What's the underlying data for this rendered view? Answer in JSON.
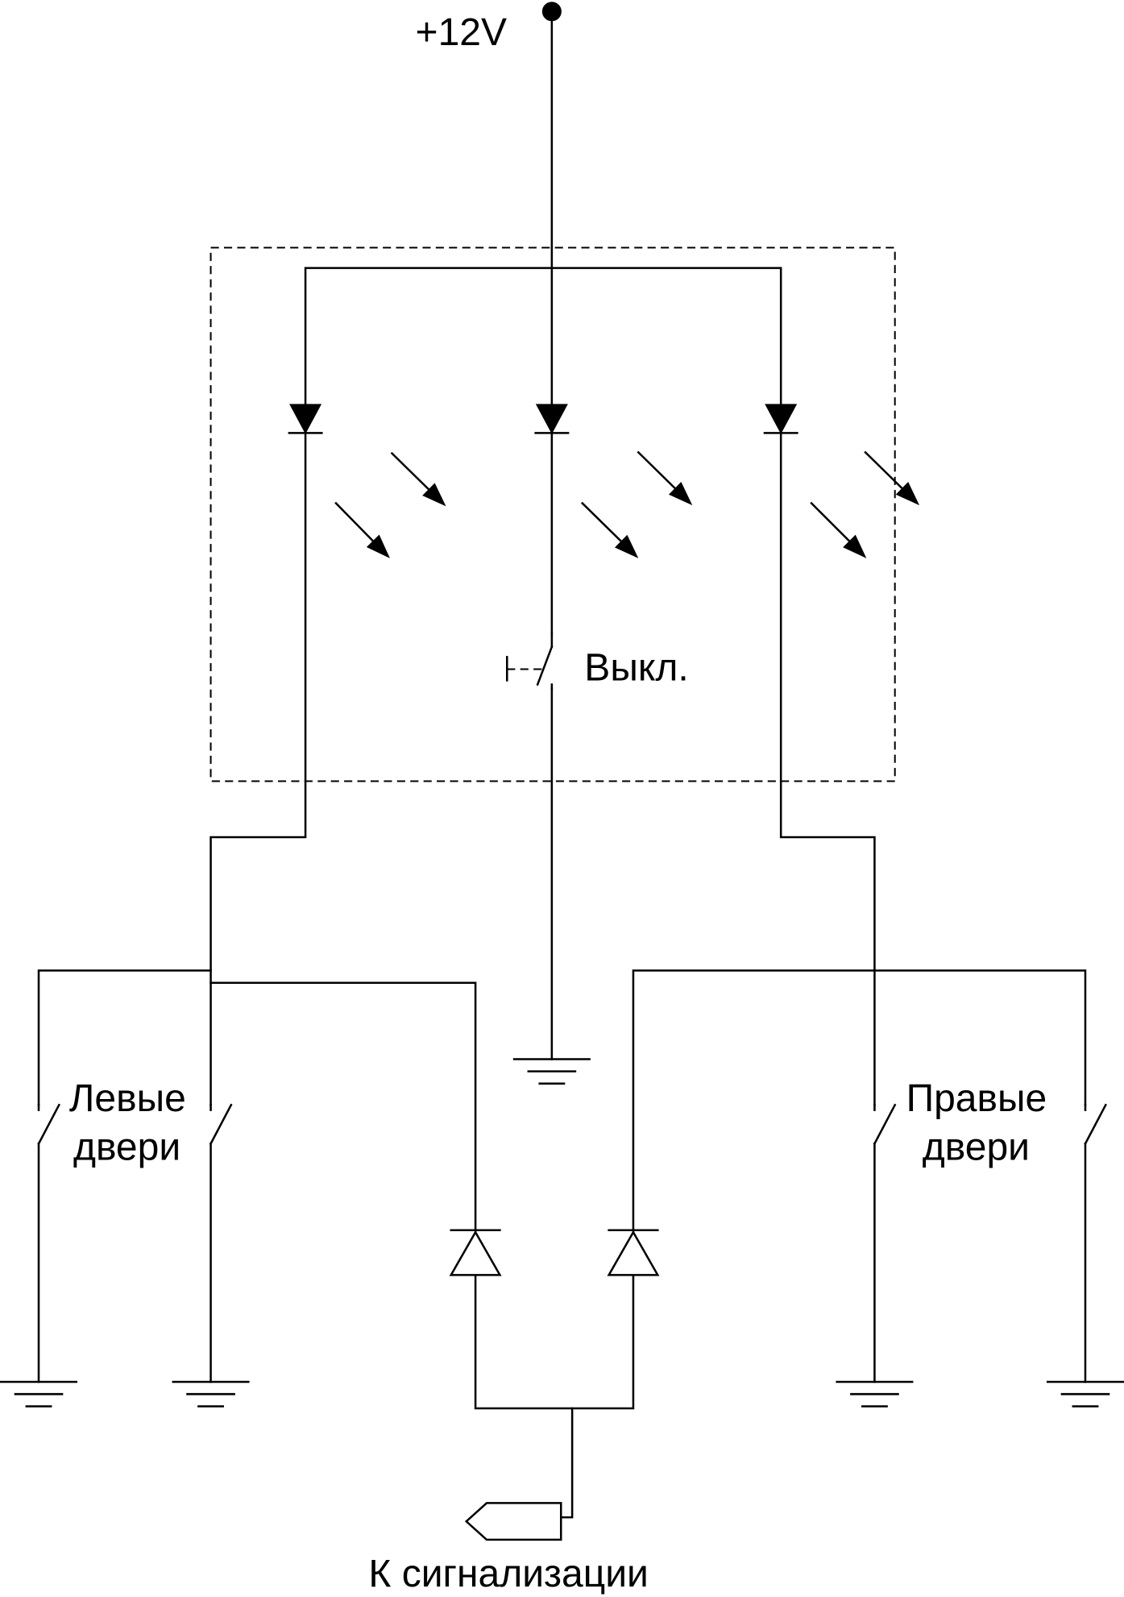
{
  "labels": {
    "supply": "+12V",
    "switch": "Выкл.",
    "left_doors_line1": "Левые",
    "left_doors_line2": "двери",
    "right_doors_line1": "Правые",
    "right_doors_line2": "двери",
    "output": "К сигнализации"
  }
}
